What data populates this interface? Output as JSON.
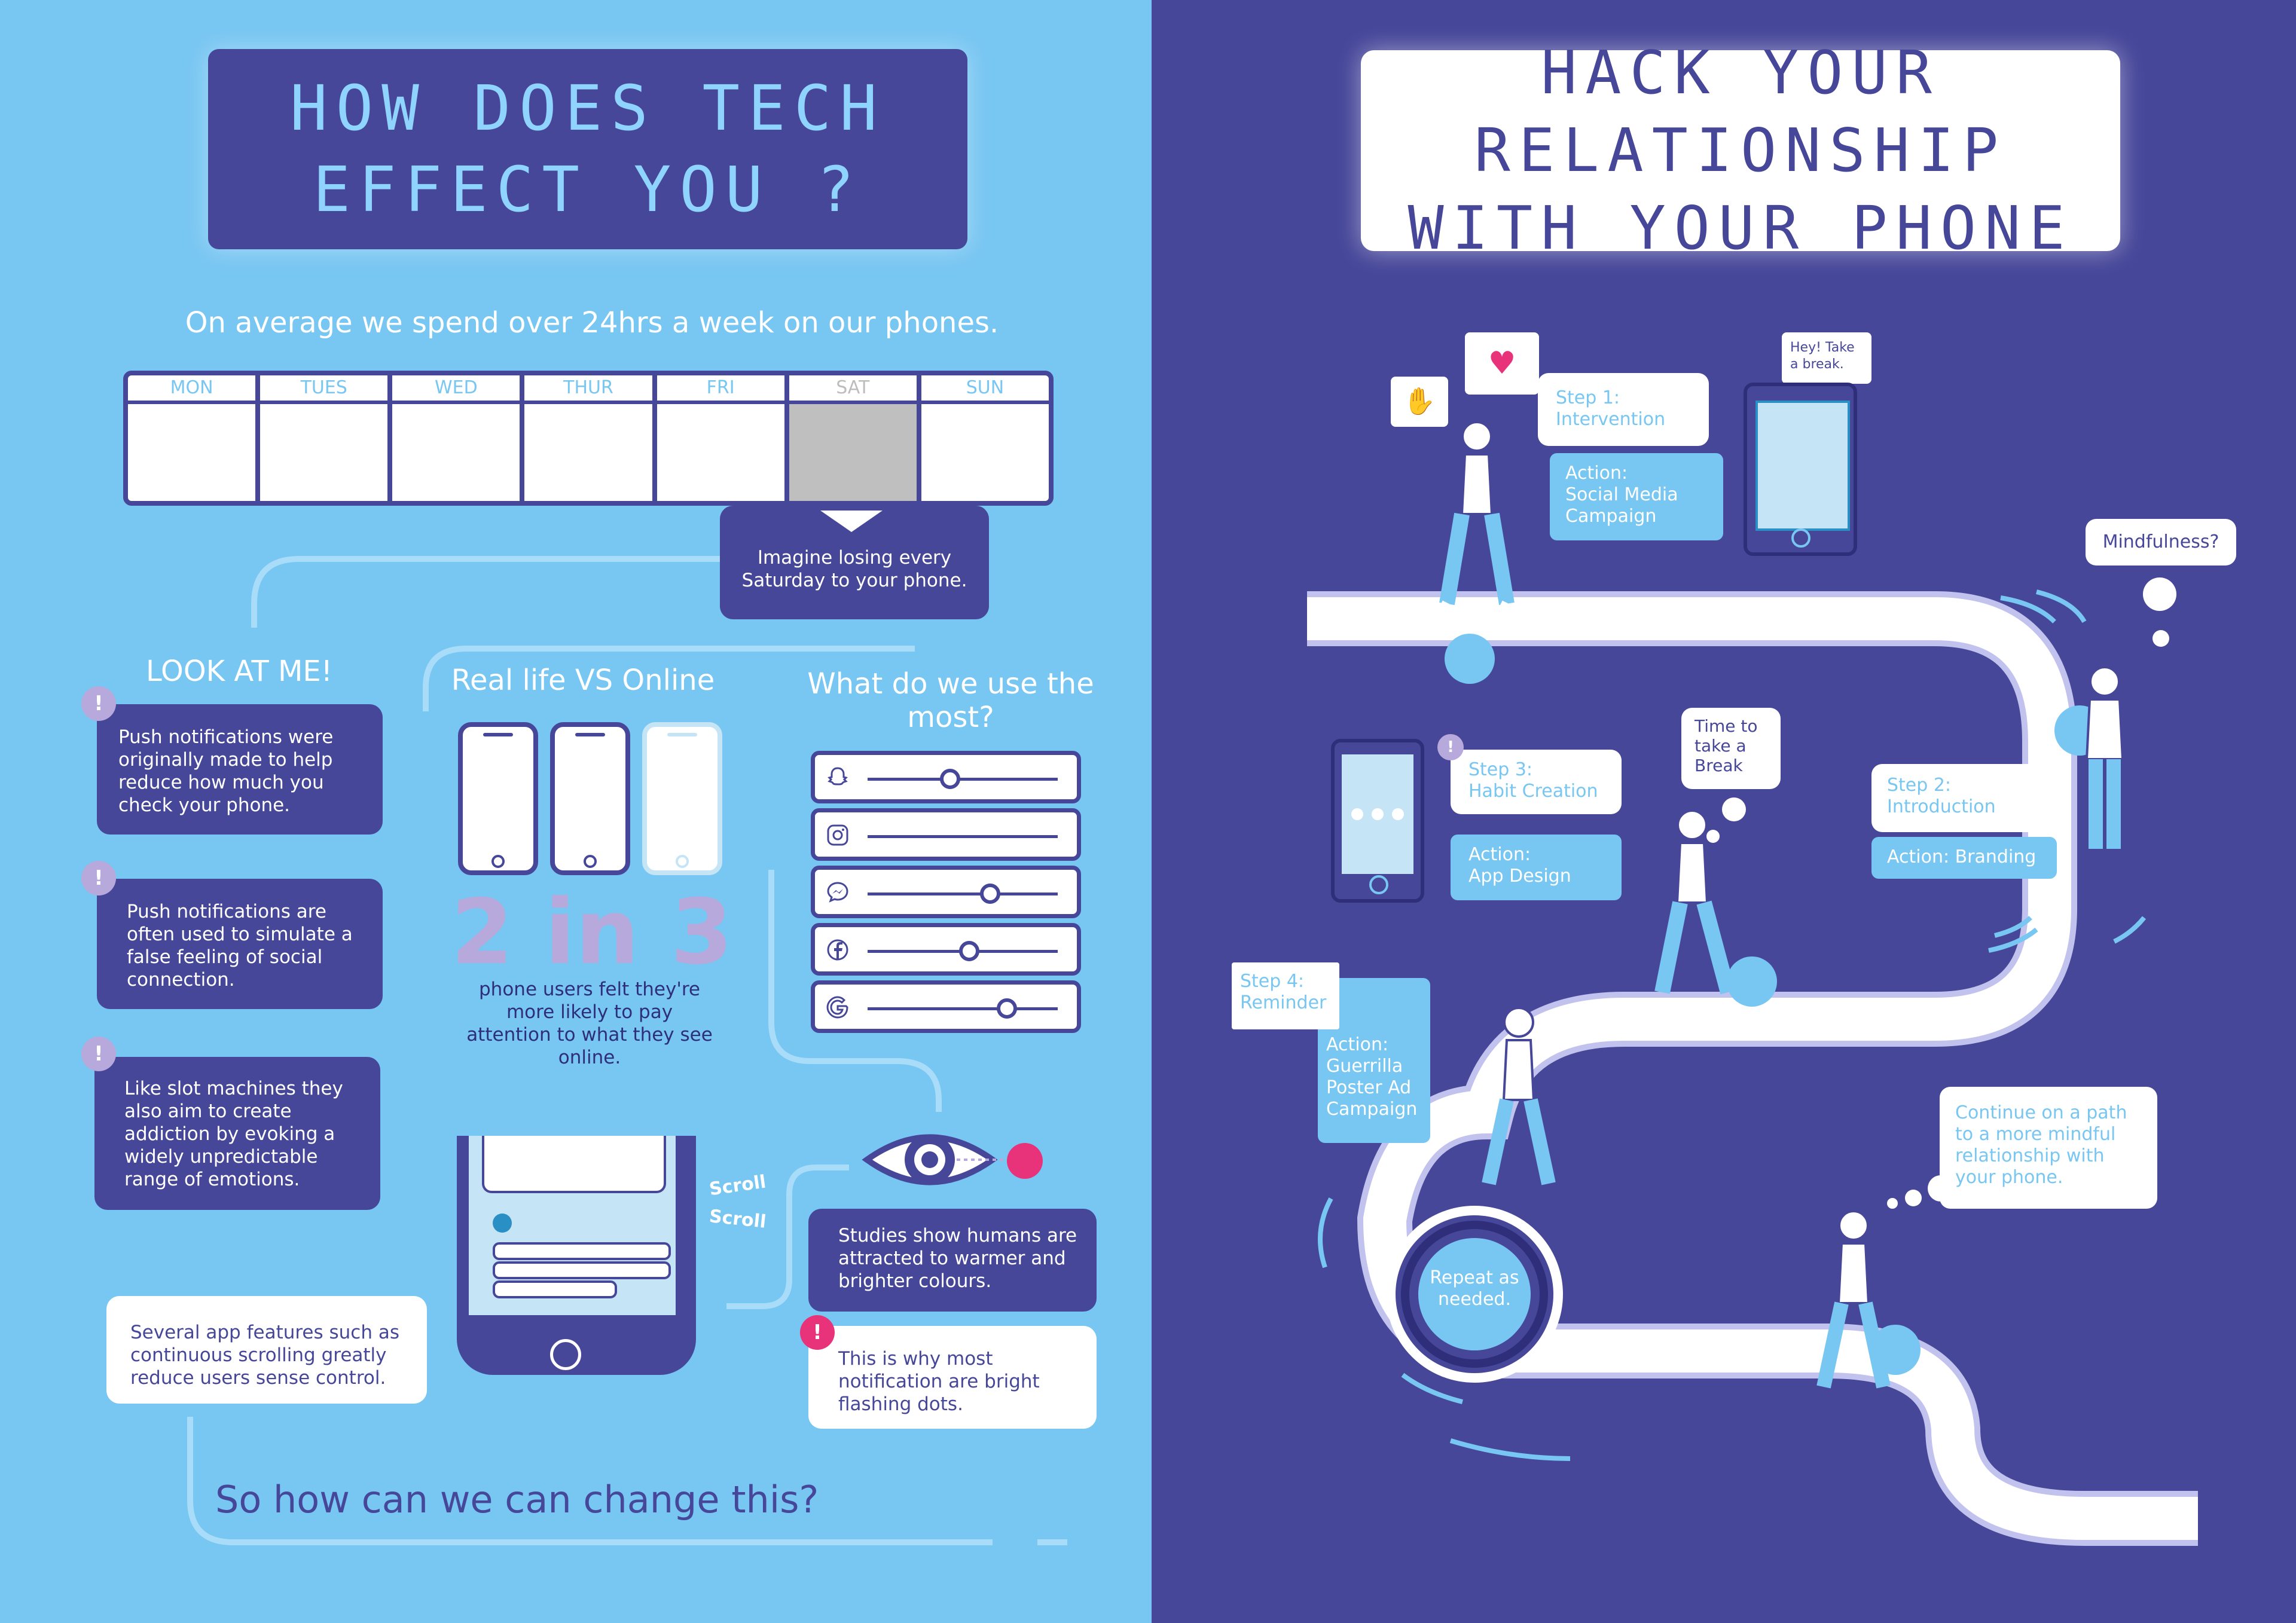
{
  "left": {
    "title_line1": "HOW DOES TECH",
    "title_line2": "EFFECT YOU ?",
    "subtitle": "On average we spend over 24hrs a week on our phones.",
    "days": [
      "MON",
      "TUES",
      "WED",
      "THUR",
      "FRI",
      "SAT",
      "SUN"
    ],
    "saturday_note": "Imagine losing every Saturday to your phone.",
    "look_at_me": {
      "heading": "LOOK AT ME!",
      "points": [
        "Push notifications were originally made to help reduce how much you check your phone.",
        "Push notifications are often used to simulate a false feeling of social connection.",
        "Like slot machines they also aim to create addiction by evoking a widely unpredictable range of emotions."
      ]
    },
    "real_vs_online": {
      "heading": "Real life VS Online",
      "stat": "2 in 3",
      "stat_text": "phone users felt they're more likely to pay attention to what they see online."
    },
    "most_used": {
      "heading": "What do we use the most?",
      "apps": [
        {
          "icon": "snapchat-icon",
          "level": 0.38
        },
        {
          "icon": "instagram-icon",
          "level": 0.0
        },
        {
          "icon": "messenger-icon",
          "level": 0.59
        },
        {
          "icon": "facebook-icon",
          "level": 0.48
        },
        {
          "icon": "google-icon",
          "level": 0.68
        }
      ]
    },
    "scroll_label_1": "Scroll",
    "scroll_label_2": "Scroll",
    "scroll_note": "Several app features such as continuous scrolling greatly reduce users sense control.",
    "colour_note": "Studies show humans are attracted to warmer and brighter colours.",
    "dot_note": "This is why most notification are bright flashing dots.",
    "closing": "So how can we can change this?"
  },
  "right": {
    "title_line1": "HACK YOUR RELATIONSHIP",
    "title_line2": "WITH YOUR PHONE",
    "phone_bubble": "Hey! Take a break.",
    "step1": {
      "label": "Step 1:",
      "name": "Intervention",
      "action_label": "Action:",
      "action": "Social Media Campaign"
    },
    "mindfulness": "Mindfulness?",
    "step2": {
      "label": "Step 2:",
      "name": "Introduction",
      "action": "Action: Branding"
    },
    "break_thought": "Time to take a Break",
    "step3": {
      "label": "Step 3:",
      "name": "Habit Creation",
      "action_label": "Action:",
      "action": "App Design"
    },
    "step4": {
      "label": "Step 4:",
      "name": "Reminder",
      "action_label": "Action:",
      "action": "Guerrilla Poster Ad Campaign"
    },
    "continue": "Continue on a path to a more mindful relationship with your phone.",
    "repeat": "Repeat as needed."
  },
  "colors": {
    "light_blue": "#78c6f2",
    "navy": "#47479a",
    "lilac": "#b8a9dc",
    "pink": "#e8327a"
  }
}
